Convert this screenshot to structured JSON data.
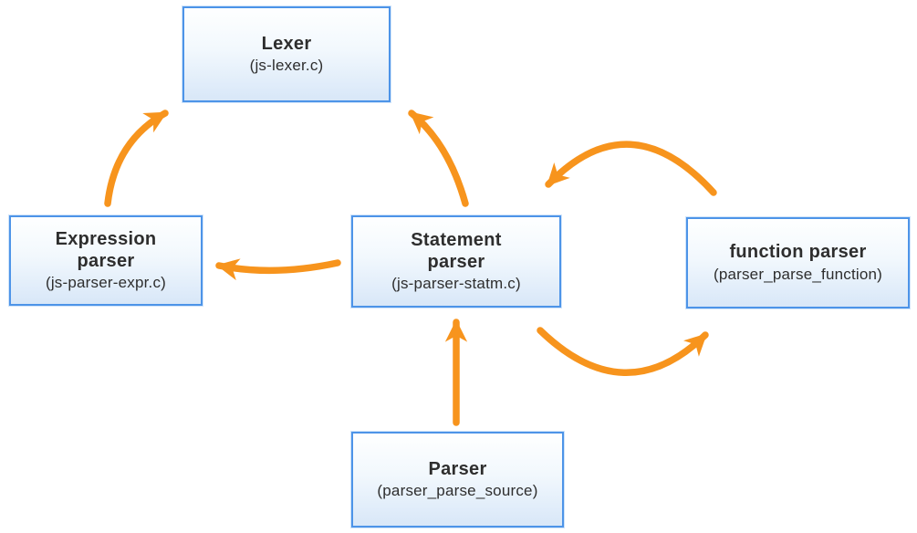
{
  "colors": {
    "arrow_orange": "#f7941d",
    "box_border": "#4d94e8",
    "box_fill_top": "#feffff",
    "box_fill_bottom": "#d8e7f8",
    "text": "#2e2e2e"
  },
  "nodes": {
    "lexer": {
      "title_line1": "Lexer",
      "title_line2": "",
      "subtitle": "(js-lexer.c)"
    },
    "expression": {
      "title_line1": "Expression",
      "title_line2": "parser",
      "subtitle": "(js-parser-expr.c)"
    },
    "statement": {
      "title_line1": "Statement",
      "title_line2": "parser",
      "subtitle": "(js-parser-statm.c)"
    },
    "function": {
      "title_line1": "function parser",
      "title_line2": "",
      "subtitle": "(parser_parse_function)"
    },
    "parser": {
      "title_line1": "Parser",
      "title_line2": "",
      "subtitle": "(parser_parse_source)"
    }
  },
  "edges": [
    {
      "from": "expression-parser",
      "to": "lexer"
    },
    {
      "from": "statement-parser",
      "to": "lexer"
    },
    {
      "from": "statement-parser",
      "to": "expression-parser"
    },
    {
      "from": "function-parser",
      "to": "statement-parser"
    },
    {
      "from": "statement-parser",
      "to": "function-parser"
    },
    {
      "from": "parser",
      "to": "statement-parser"
    }
  ]
}
